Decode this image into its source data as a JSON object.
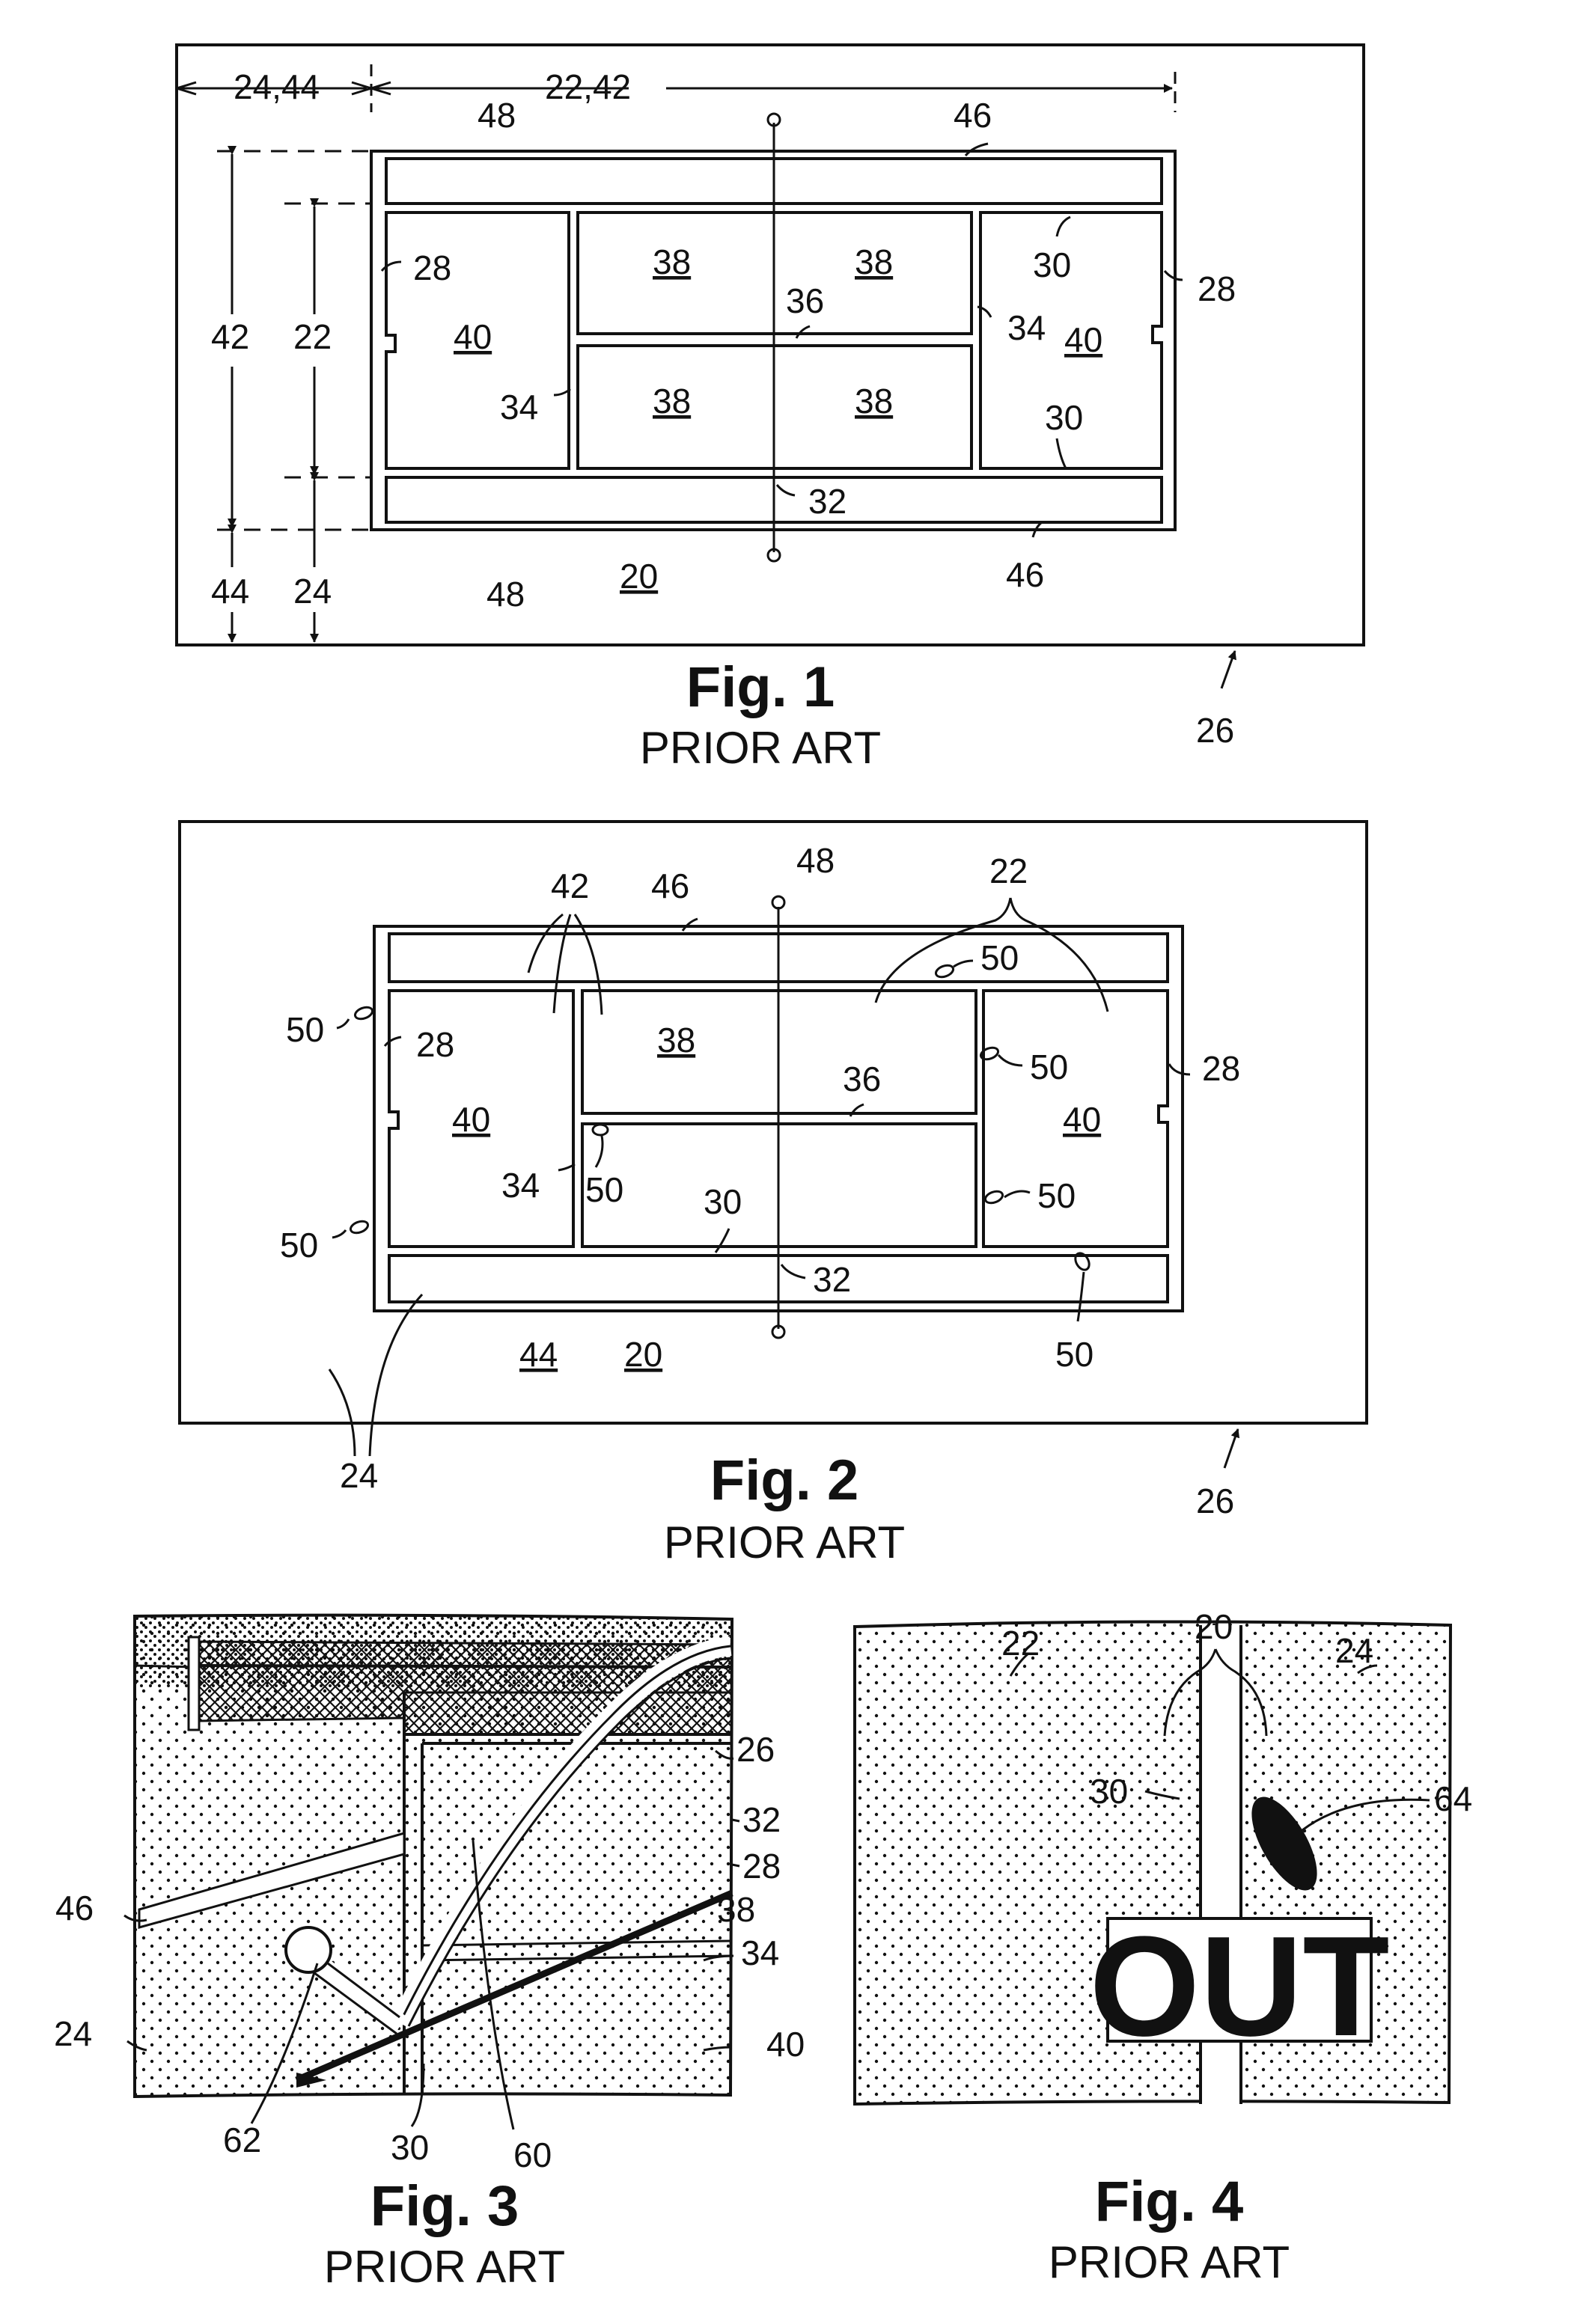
{
  "figures": [
    {
      "title": "Fig. 1",
      "caption": "PRIOR ART",
      "labels": {
        "dim_top_left": "24,44",
        "dim_top_right": "22,42",
        "n48_top": "48",
        "n46_top": "46",
        "n28_left": "28",
        "n38_a": "38",
        "n38_b": "38",
        "n30_top": "30",
        "n28_right": "28",
        "n40_left": "40",
        "n36": "36",
        "n34_right": "34",
        "n40_right": "40",
        "n42_vert": "42",
        "n22_vert": "22",
        "n34_left": "34",
        "n38_c": "38",
        "n38_d": "38",
        "n30_bottom": "30",
        "n32": "32",
        "n48_bottom": "48",
        "n20": "20",
        "n46_bottom": "46",
        "n44_vert": "44",
        "n24_vert": "24",
        "n26": "26"
      }
    },
    {
      "title": "Fig. 2",
      "caption": "PRIOR ART",
      "labels": {
        "n42": "42",
        "n46": "46",
        "n48": "48",
        "n22": "22",
        "n50_a": "50",
        "n50_b": "50",
        "n28_left": "28",
        "n38": "38",
        "n36": "36",
        "n50_c": "50",
        "n28_right": "28",
        "n40_left": "40",
        "n40_right": "40",
        "n34": "34",
        "n50_d": "50",
        "n30": "30",
        "n50_e": "50",
        "n50_f": "50",
        "n32": "32",
        "n44": "44",
        "n20": "20",
        "n50_g": "50",
        "n24": "24",
        "n26": "26"
      }
    },
    {
      "title": "Fig. 3",
      "caption": "PRIOR ART",
      "labels": {
        "n26": "26",
        "n32": "32",
        "n28": "28",
        "n46": "46",
        "n38": "38",
        "n34": "34",
        "n24": "24",
        "n40": "40",
        "n62": "62",
        "n30": "30",
        "n60": "60"
      }
    },
    {
      "title": "Fig. 4",
      "caption": "PRIOR ART",
      "sign_text": "OUT",
      "labels": {
        "n22": "22",
        "n20": "20",
        "n24": "24",
        "n30": "30",
        "n64": "64"
      }
    }
  ]
}
